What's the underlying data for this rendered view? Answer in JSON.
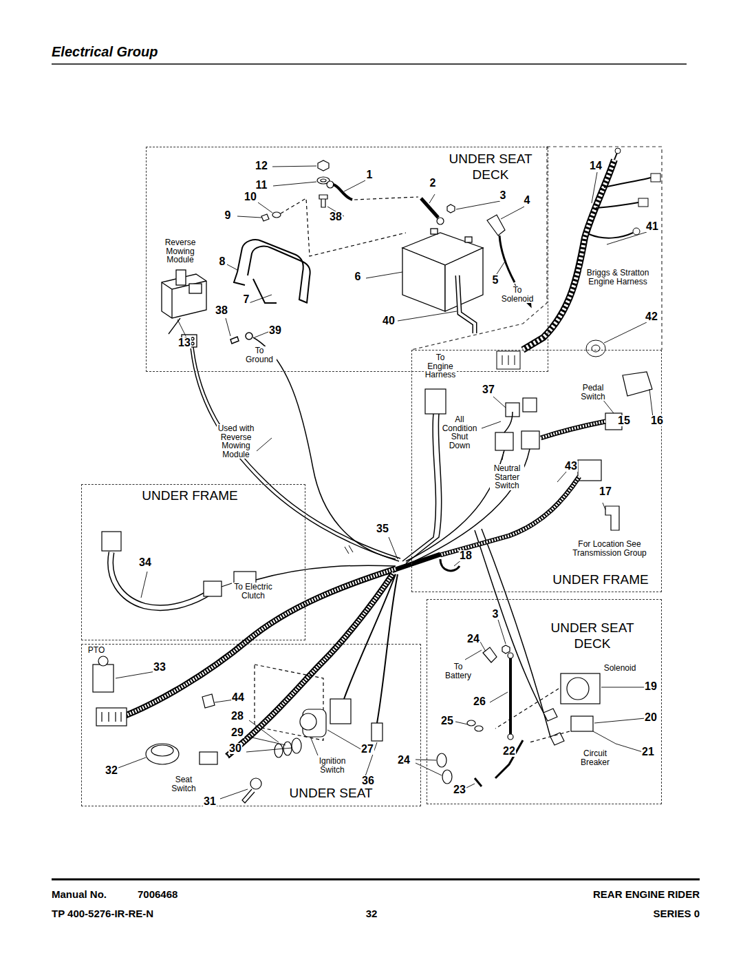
{
  "diagram": {
    "title": "Electrical Group",
    "nodes": [
      {
        "text": [
          "UNDER SEAT DECK"
        ]
      },
      {
        "text": [
          "UNDER FRAME"
        ]
      },
      {
        "text": [
          "UNDER SEAT"
        ]
      },
      {
        "text": [
          "UNDER FRAME"
        ]
      },
      {
        "text": [
          "UNDER SEAT DECK"
        ]
      }
    ],
    "labels": [
      "12",
      "1",
      "11",
      "2",
      "3",
      "4",
      "10",
      "9",
      "38",
      "Reverse Mowing Module",
      "8",
      "6",
      "5",
      "To Solenoid",
      "38",
      "7",
      "39",
      "40",
      "13",
      "To Ground",
      "14",
      "41",
      "Briggs & Stratton Engine Harness",
      "42",
      "To Engine Harness",
      "37",
      "Pedal Switch",
      "All Condition Shut Down",
      "15",
      "16",
      "Neutral Starter Switch",
      "43",
      "17",
      "For Location See Transmission Group",
      "35",
      "18",
      "Used with Reverse Mowing Module",
      "34",
      "To Electric Clutch",
      "PTO",
      "33",
      "44",
      "28",
      "29",
      "30",
      "27",
      "Ignition Switch",
      "32",
      "Seat Switch",
      "31",
      "36",
      "3",
      "24",
      "To Battery",
      "Solenoid",
      "19",
      "26",
      "25",
      "20",
      "24",
      "22",
      "Circuit Breaker",
      "21",
      "23",
      "Manual No.",
      "7006468",
      "TP 400-5276-IR-RE-N",
      "32",
      "REAR ENGINE RIDER",
      "SERIES 0"
    ]
  }
}
